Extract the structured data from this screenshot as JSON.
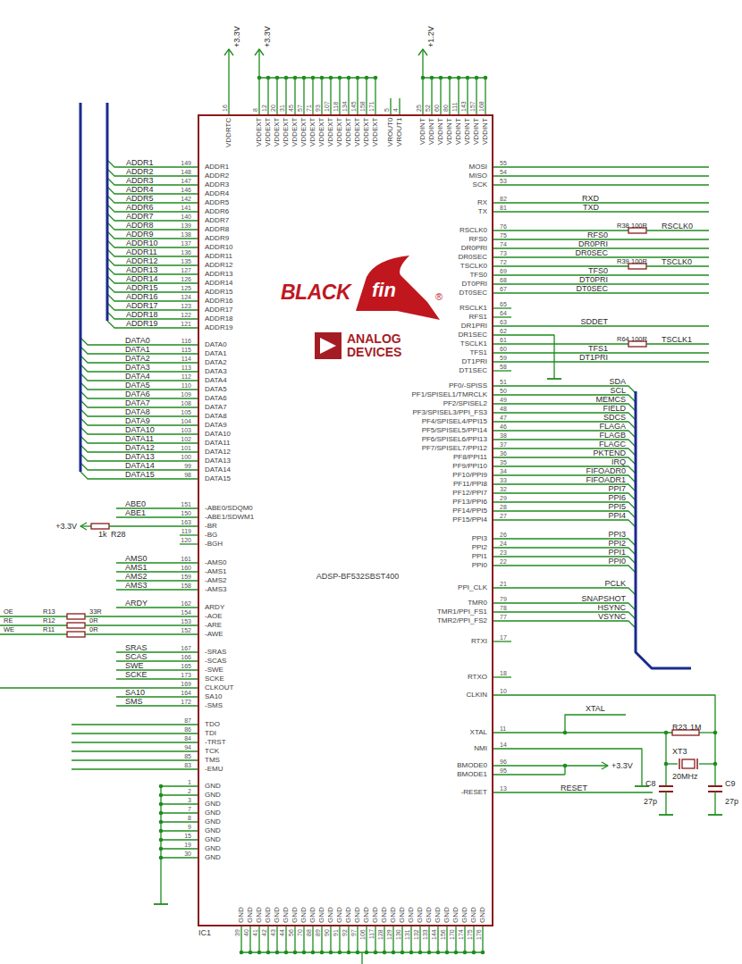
{
  "diagram": {
    "nodes": [
      {
        "text": [
          "ADSP-BF532SBST400",
          "IC1"
        ]
      }
    ],
    "labels": [
      "VDDRTC",
      "16",
      "VDDEXT",
      "8",
      "VDDEXT",
      "12",
      "VDDEXT",
      "20",
      "VDDEXT",
      "31",
      "VDDEXT",
      "45",
      "VDDEXT",
      "57",
      "VDDEXT",
      "71",
      "VDDEXT",
      "93",
      "VDDEXT",
      "107",
      "VDDEXT",
      "118",
      "VDDEXT",
      "134",
      "VDDEXT",
      "145",
      "VDDEXT",
      "158",
      "VDDEXT",
      "171",
      "VROUT0",
      "5",
      "VROUT1",
      "4",
      "VDDINT",
      "25",
      "VDDINT",
      "52",
      "VDDINT",
      "60",
      "VDDINT",
      "80",
      "VDDINT",
      "111",
      "VDDINT",
      "143",
      "VDDINT",
      "157",
      "VDDINT",
      "168",
      "+3.3V",
      "+3.3V",
      "+1.2V",
      "GND",
      "39",
      "GND",
      "40",
      "GND",
      "41",
      "GND",
      "42",
      "GND",
      "43",
      "GND",
      "44",
      "GND",
      "56",
      "GND",
      "70",
      "GND",
      "88",
      "GND",
      "89",
      "GND",
      "90",
      "GND",
      "91",
      "GND",
      "92",
      "GND",
      "97",
      "GND",
      "106",
      "GND",
      "117",
      "GND",
      "128",
      "GND",
      "129",
      "GND",
      "130",
      "GND",
      "131",
      "GND",
      "132",
      "GND",
      "133",
      "GND",
      "144",
      "GND",
      "156",
      "GND",
      "170",
      "GND",
      "174",
      "GND",
      "175",
      "GND",
      "176",
      "ADDR1",
      "149",
      "ADDR1",
      "ADDR2",
      "148",
      "ADDR2",
      "ADDR3",
      "147",
      "ADDR3",
      "ADDR4",
      "146",
      "ADDR4",
      "ADDR5",
      "142",
      "ADDR5",
      "ADDR6",
      "141",
      "ADDR6",
      "ADDR7",
      "140",
      "ADDR7",
      "ADDR8",
      "139",
      "ADDR8",
      "ADDR9",
      "138",
      "ADDR9",
      "ADDR10",
      "137",
      "ADDR10",
      "ADDR11",
      "136",
      "ADDR11",
      "ADDR12",
      "135",
      "ADDR12",
      "ADDR13",
      "127",
      "ADDR13",
      "ADDR14",
      "126",
      "ADDR14",
      "ADDR15",
      "125",
      "ADDR15",
      "ADDR16",
      "124",
      "ADDR16",
      "ADDR17",
      "123",
      "ADDR17",
      "ADDR18",
      "122",
      "ADDR18",
      "ADDR19",
      "121",
      "ADDR19",
      "DATA0",
      "116",
      "DATA0",
      "DATA1",
      "115",
      "DATA1",
      "DATA2",
      "114",
      "DATA2",
      "DATA3",
      "113",
      "DATA3",
      "DATA4",
      "112",
      "DATA4",
      "DATA5",
      "110",
      "DATA5",
      "DATA6",
      "109",
      "DATA6",
      "DATA7",
      "108",
      "DATA7",
      "DATA8",
      "105",
      "DATA8",
      "DATA9",
      "104",
      "DATA9",
      "DATA10",
      "103",
      "DATA10",
      "DATA11",
      "102",
      "DATA11",
      "DATA12",
      "101",
      "DATA12",
      "DATA13",
      "100",
      "DATA13",
      "DATA14",
      "99",
      "DATA14",
      "DATA15",
      "98",
      "DATA15",
      "-ABE0/SDQM0",
      "151",
      "ABE0",
      "-ABE1/SDWM1",
      "150",
      "ABE1",
      "-BR",
      "163",
      "-BG",
      "119",
      "-BGH",
      "120",
      "-AMS0",
      "161",
      "AMS0",
      "-AMS1",
      "160",
      "AMS1",
      "-AMS2",
      "159",
      "AMS2",
      "-AMS3",
      "158",
      "AMS3",
      "ARDY",
      "162",
      "ARDY",
      "-AOE",
      "154",
      "OE",
      "R13",
      "33R",
      "-ARE",
      "153",
      "RE",
      "R12",
      "0R",
      "-AWE",
      "152",
      "WE",
      "R11",
      "0R",
      "-SRAS",
      "167",
      "SRAS",
      "-SCAS",
      "166",
      "SCAS",
      "-SWE",
      "165",
      "SWE",
      "SCKE",
      "173",
      "SCKE",
      "CLKOUT",
      "169",
      "SA10",
      "164",
      "SA10",
      "-SMS",
      "172",
      "SMS",
      "TDO",
      "87",
      "TDI",
      "86",
      "-TRST",
      "84",
      "TCK",
      "94",
      "TMS",
      "85",
      "-EMU",
      "83",
      "GND",
      "1",
      "GND",
      "2",
      "GND",
      "3",
      "GND",
      "7",
      "GND",
      "8",
      "GND",
      "9",
      "GND",
      "15",
      "GND",
      "19",
      "GND",
      "30",
      "+3.3V",
      "1k",
      "R28",
      "MOSI",
      "55",
      "MISO",
      "54",
      "SCK",
      "53",
      "RX",
      "82",
      "RXD",
      "TX",
      "81",
      "TXD",
      "RSCLK0",
      "76",
      "R38",
      "100R",
      "RSCLK0",
      "RFS0",
      "75",
      "RFS0",
      "DR0PRI",
      "74",
      "DR0PRI",
      "DR0SEC",
      "73",
      "DR0SEC",
      "TSCLK0",
      "72",
      "R39",
      "100R",
      "TSCLK0",
      "TFS0",
      "69",
      "TFS0",
      "DT0PRI",
      "68",
      "DT0PRI",
      "DT0SEC",
      "67",
      "DT0SEC",
      "RSCLK1",
      "65",
      "RFS1",
      "64",
      "DR1PRI",
      "63",
      "SDDET",
      "DR1SEC",
      "62",
      "TSCLK1",
      "61",
      "R64",
      "100R",
      "TSCLK1",
      "TFS1",
      "60",
      "TFS1",
      "DT1PRI",
      "59",
      "DT1PRI",
      "DT1SEC",
      "58",
      "PF0/-SPISS",
      "51",
      "SDA",
      "PF1/SPISEL1/TMRCLK",
      "50",
      "SCL",
      "PF2/SPISEL2",
      "49",
      "MEMCS",
      "PF3/SPISEL3/PPI_FS3",
      "48",
      "FIELD",
      "PF4/SPISEL4/PPI15",
      "47",
      "SDCS",
      "PF5/SPISEL5/PPI14",
      "46",
      "FLAGA",
      "PF6/SPISEL6/PPI13",
      "38",
      "FLAGB",
      "PF7/SPISEL7/PPI12",
      "37",
      "FLAGC",
      "PF8/PPI11",
      "36",
      "PKTEND",
      "PF9/PPI10",
      "35",
      "IRQ",
      "PF10/PPI9",
      "34",
      "FIFOADR0",
      "PF11/PPI8",
      "33",
      "FIFOADR1",
      "PF12/PPI7",
      "32",
      "PPI7",
      "PF13/PPI6",
      "29",
      "PPI6",
      "PF14/PPI5",
      "28",
      "PPI5",
      "PF15/PPI4",
      "27",
      "PPI4",
      "PPI3",
      "26",
      "PPI3",
      "PPI2",
      "24",
      "PPI2",
      "PPI1",
      "23",
      "PPI1",
      "PPI0",
      "22",
      "PPI0",
      "PPI_CLK",
      "21",
      "PCLK",
      "TMR0",
      "79",
      "SNAPSHOT",
      "TMR1/PPI_FS1",
      "78",
      "HSYNC",
      "TMR2/PPI_FS2",
      "77",
      "VSYNC",
      "RTXI",
      "17",
      "RTXO",
      "18",
      "CLKIN",
      "10",
      "XTAL",
      "11",
      "NMI",
      "14",
      "BMODE0",
      "96",
      "BMODE1",
      "95",
      "-RESET",
      "13",
      "RESET",
      "XTAL",
      "+3.3V",
      "R23",
      "1M",
      "XT3",
      "20MHz",
      "C8",
      "27p",
      "C9",
      "27p",
      "BLACK",
      "fin",
      "®",
      "ANALOG",
      "DEVICES"
    ]
  }
}
